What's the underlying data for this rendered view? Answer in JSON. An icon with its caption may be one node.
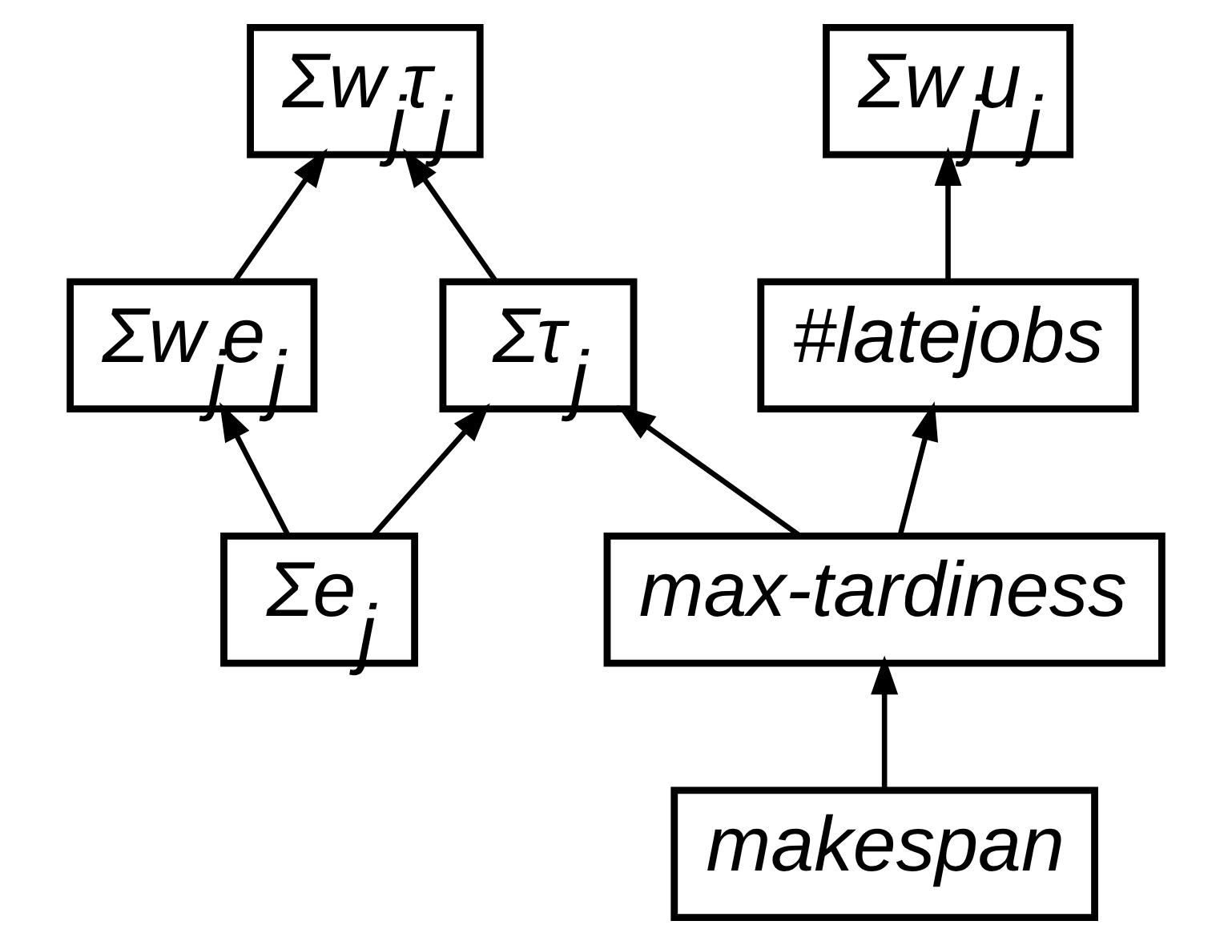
{
  "diagram": {
    "nodes": [
      {
        "text": [
          "Σw$_{j}$τ$_{j}$"
        ]
      },
      {
        "text": [
          "Σw$_{j}$u$_{j}$"
        ]
      },
      {
        "text": [
          "Σw$_{j}$e$_{j}$"
        ]
      },
      {
        "text": [
          "Στ$_{j}$"
        ]
      },
      {
        "text": [
          "#latejobs"
        ]
      },
      {
        "text": [
          "Σe$_{j}$"
        ]
      },
      {
        "text": [
          "max-tardiness"
        ]
      },
      {
        "text": [
          "makespan"
        ]
      }
    ],
    "edges": [
      {
        "from": 2,
        "to": 0,
        "arrow": "to"
      },
      {
        "from": 3,
        "to": 0,
        "arrow": "to"
      },
      {
        "from": 4,
        "to": 1,
        "arrow": "to"
      },
      {
        "from": 5,
        "to": 2,
        "arrow": "to"
      },
      {
        "from": 5,
        "to": 3,
        "arrow": "to"
      },
      {
        "from": 6,
        "to": 3,
        "arrow": "to"
      },
      {
        "from": 6,
        "to": 4,
        "arrow": "to"
      },
      {
        "from": 7,
        "to": 6,
        "arrow": "to"
      }
    ]
  }
}
